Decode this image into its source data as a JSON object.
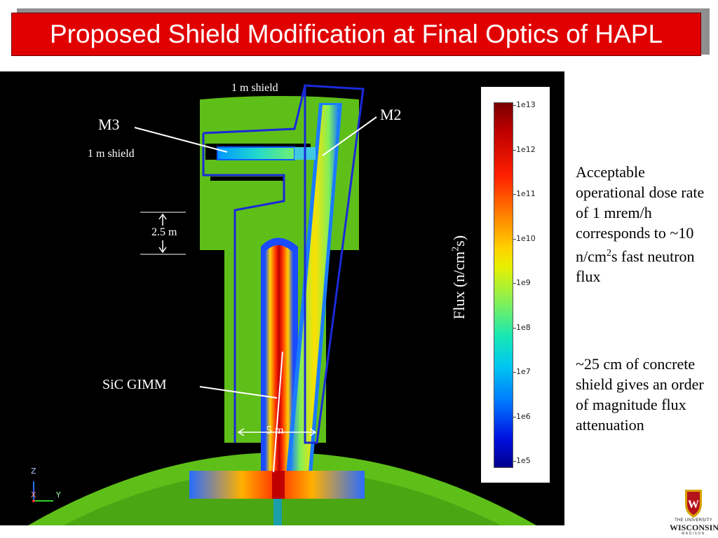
{
  "title": "Proposed Shield Modification at Final Optics of HAPL",
  "figure": {
    "labels": {
      "shield_top": "1 m shield",
      "shield_left": "1 m shield",
      "m3": "M3",
      "m2": "M2",
      "dist_vertical": "2.5 m",
      "dist_horizontal": "5 m",
      "gimm": "SiC GIMM"
    },
    "axes": {
      "z": "Z",
      "x": "X",
      "y": "Y"
    }
  },
  "colorbar": {
    "ticks": [
      "1e13",
      "1e12",
      "1e11",
      "1e10",
      "1e9",
      "1e8",
      "1e7",
      "1e6",
      "1e5"
    ],
    "axis_label_main": "Flux (n/cm",
    "axis_label_sup": "2",
    "axis_label_tail": "s)"
  },
  "notes": {
    "note1_a": "Acceptable operational dose rate of 1 mrem/h corresponds to ~10 n/cm",
    "note1_sup": "2",
    "note1_b": "s fast neutron flux",
    "note2": "~25 cm of concrete shield gives an order of magnitude flux attenuation"
  },
  "logo": {
    "line1": "THE UNIVERSITY",
    "line2": "WISCONSIN",
    "line3": "MADISON",
    "colors": {
      "crest": "#b5121b",
      "gold": "#d6a300"
    }
  },
  "colors": {
    "title_bg": "#e00000",
    "concrete": "#5fbf19",
    "shield_outline": "#1a2ad8"
  }
}
